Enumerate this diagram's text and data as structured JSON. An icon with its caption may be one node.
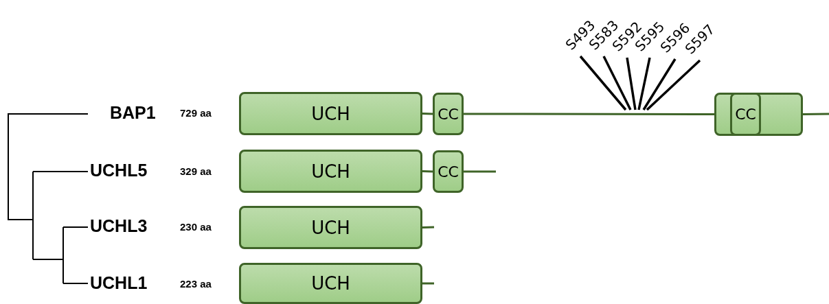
{
  "diagram": {
    "nodes": [
      {
        "text": [
          "UCH"
        ]
      },
      {
        "text": [
          "CC"
        ]
      },
      {
        "text": [],
        "shape": "box"
      },
      {
        "text": [
          "CC"
        ],
        "in": 2
      },
      {
        "text": [
          "UCH"
        ]
      },
      {
        "text": [
          "CC"
        ]
      },
      {
        "text": [
          "UCH"
        ]
      },
      {
        "text": [
          "UCH"
        ]
      },
      {
        "text": [
          "S493"
        ]
      },
      {
        "text": [
          "S583"
        ]
      },
      {
        "text": [
          "S592"
        ]
      },
      {
        "text": [
          "S595"
        ]
      },
      {
        "text": [
          "S596"
        ]
      },
      {
        "text": [
          "S597"
        ]
      }
    ],
    "edges": [
      {
        "from": 0,
        "to": 1,
        "arrow": "none"
      },
      {
        "from": 1,
        "to": 2,
        "arrow": "none"
      },
      {
        "from": 2,
        "to": null,
        "arrow": "none"
      },
      {
        "from": 4,
        "to": 5,
        "arrow": "none"
      },
      {
        "from": 5,
        "to": null,
        "arrow": "none"
      },
      {
        "from": 6,
        "to": null,
        "arrow": "none"
      },
      {
        "from": 7,
        "to": null,
        "arrow": "none"
      },
      {
        "from": 8,
        "to": null,
        "arrow": "none",
        "color": "#000000"
      },
      {
        "from": 9,
        "to": null,
        "arrow": "none",
        "color": "#000000"
      },
      {
        "from": 10,
        "to": null,
        "arrow": "none",
        "color": "#000000"
      },
      {
        "from": 11,
        "to": null,
        "arrow": "none",
        "color": "#000000"
      },
      {
        "from": 12,
        "to": null,
        "arrow": "none",
        "color": "#000000"
      },
      {
        "from": 13,
        "to": null,
        "arrow": "none",
        "color": "#000000"
      }
    ],
    "labels": [
      "BAP1",
      "729 aa",
      "UCHL5",
      "329 aa",
      "UCHL3",
      "230 aa",
      "UCHL1",
      "223 aa"
    ]
  }
}
